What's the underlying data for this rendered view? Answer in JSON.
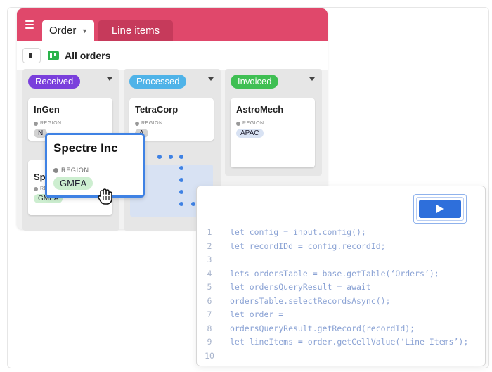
{
  "app": {
    "tabs": [
      {
        "label": "Order",
        "active": true
      },
      {
        "label": "Line items",
        "active": false
      }
    ],
    "view": {
      "name": "All orders"
    }
  },
  "columns": [
    {
      "status": "Received",
      "color": "#7a3fdc",
      "cards": [
        {
          "title": "InGen",
          "region_label": "REGION",
          "region": "N"
        },
        {
          "title": "Sp",
          "region_label": "REGION",
          "region": "GMEA"
        }
      ]
    },
    {
      "status": "Processed",
      "color": "#4fb3e8",
      "cards": [
        {
          "title": "TetraCorp",
          "region_label": "REGION",
          "region": "A"
        }
      ]
    },
    {
      "status": "Invoiced",
      "color": "#3fbf53",
      "cards": [
        {
          "title": "AstroMech",
          "region_label": "REGION",
          "region": "APAC"
        }
      ]
    }
  ],
  "dragged_card": {
    "title": "Spectre Inc",
    "region_label": "REGION",
    "region": "GMEA"
  },
  "code": {
    "lines": [
      {
        "n": "1",
        "text": "let config = input.config();"
      },
      {
        "n": "2",
        "text": "let recordIDd = config.recordId;"
      },
      {
        "n": "3",
        "text": ""
      },
      {
        "n": "4",
        "text": "lets ordersTable = base.getTable(‘Orders’);"
      },
      {
        "n": "5",
        "text": "let ordersQueryResult = await"
      },
      {
        "n": "6",
        "text": "ordersTable.selectRecordsAsync();"
      },
      {
        "n": "7",
        "text": "let order ="
      },
      {
        "n": "8",
        "text": "ordersQueryResult.getRecord(recordId);"
      },
      {
        "n": "9",
        "text": "let lineItems = order.getCellValue(‘Line Items’);"
      },
      {
        "n": "10",
        "text": ""
      }
    ]
  },
  "colors": {
    "topbar": "#e0486b",
    "accent_blue": "#3f82e4",
    "run_button": "#2e6fdb"
  },
  "icons": [
    "menu-icon",
    "chevron-down-icon",
    "sidebar-toggle-icon",
    "kanban-icon",
    "hand-grab-icon",
    "play-icon"
  ]
}
